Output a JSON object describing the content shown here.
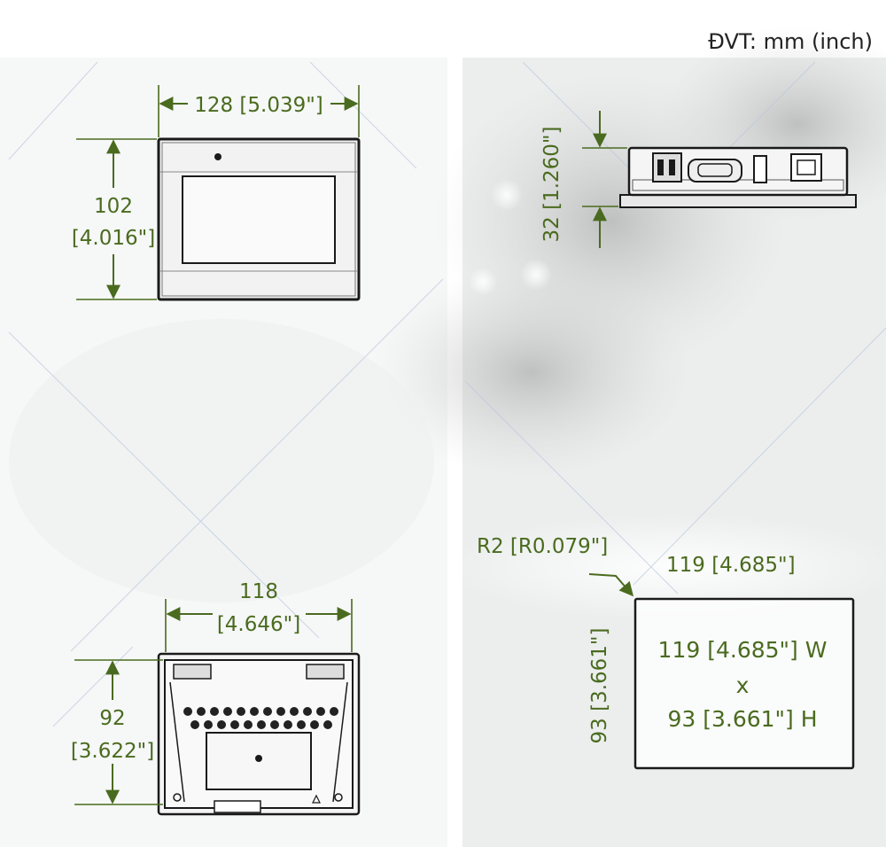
{
  "unit_label": "ĐVT: mm (inch)",
  "front_view": {
    "width": "128 [5.039\"]",
    "height_mm": "102",
    "height_in": "[4.016\"]"
  },
  "side_view": {
    "depth": "32 [1.260\"]"
  },
  "rear_view": {
    "width_mm": "118",
    "width_in": "[4.646\"]",
    "height_mm": "92",
    "height_in": "[3.622\"]"
  },
  "cutout": {
    "radius": "R2 [R0.079\"]",
    "width": "119 [4.685\"]",
    "height": "93 [3.661\"]",
    "line1": "119 [4.685\"] W",
    "line2": "x",
    "line3": "93 [3.661\"] H"
  },
  "colors": {
    "dimension": "#4a6b1f",
    "outline": "#1a1a1a"
  }
}
